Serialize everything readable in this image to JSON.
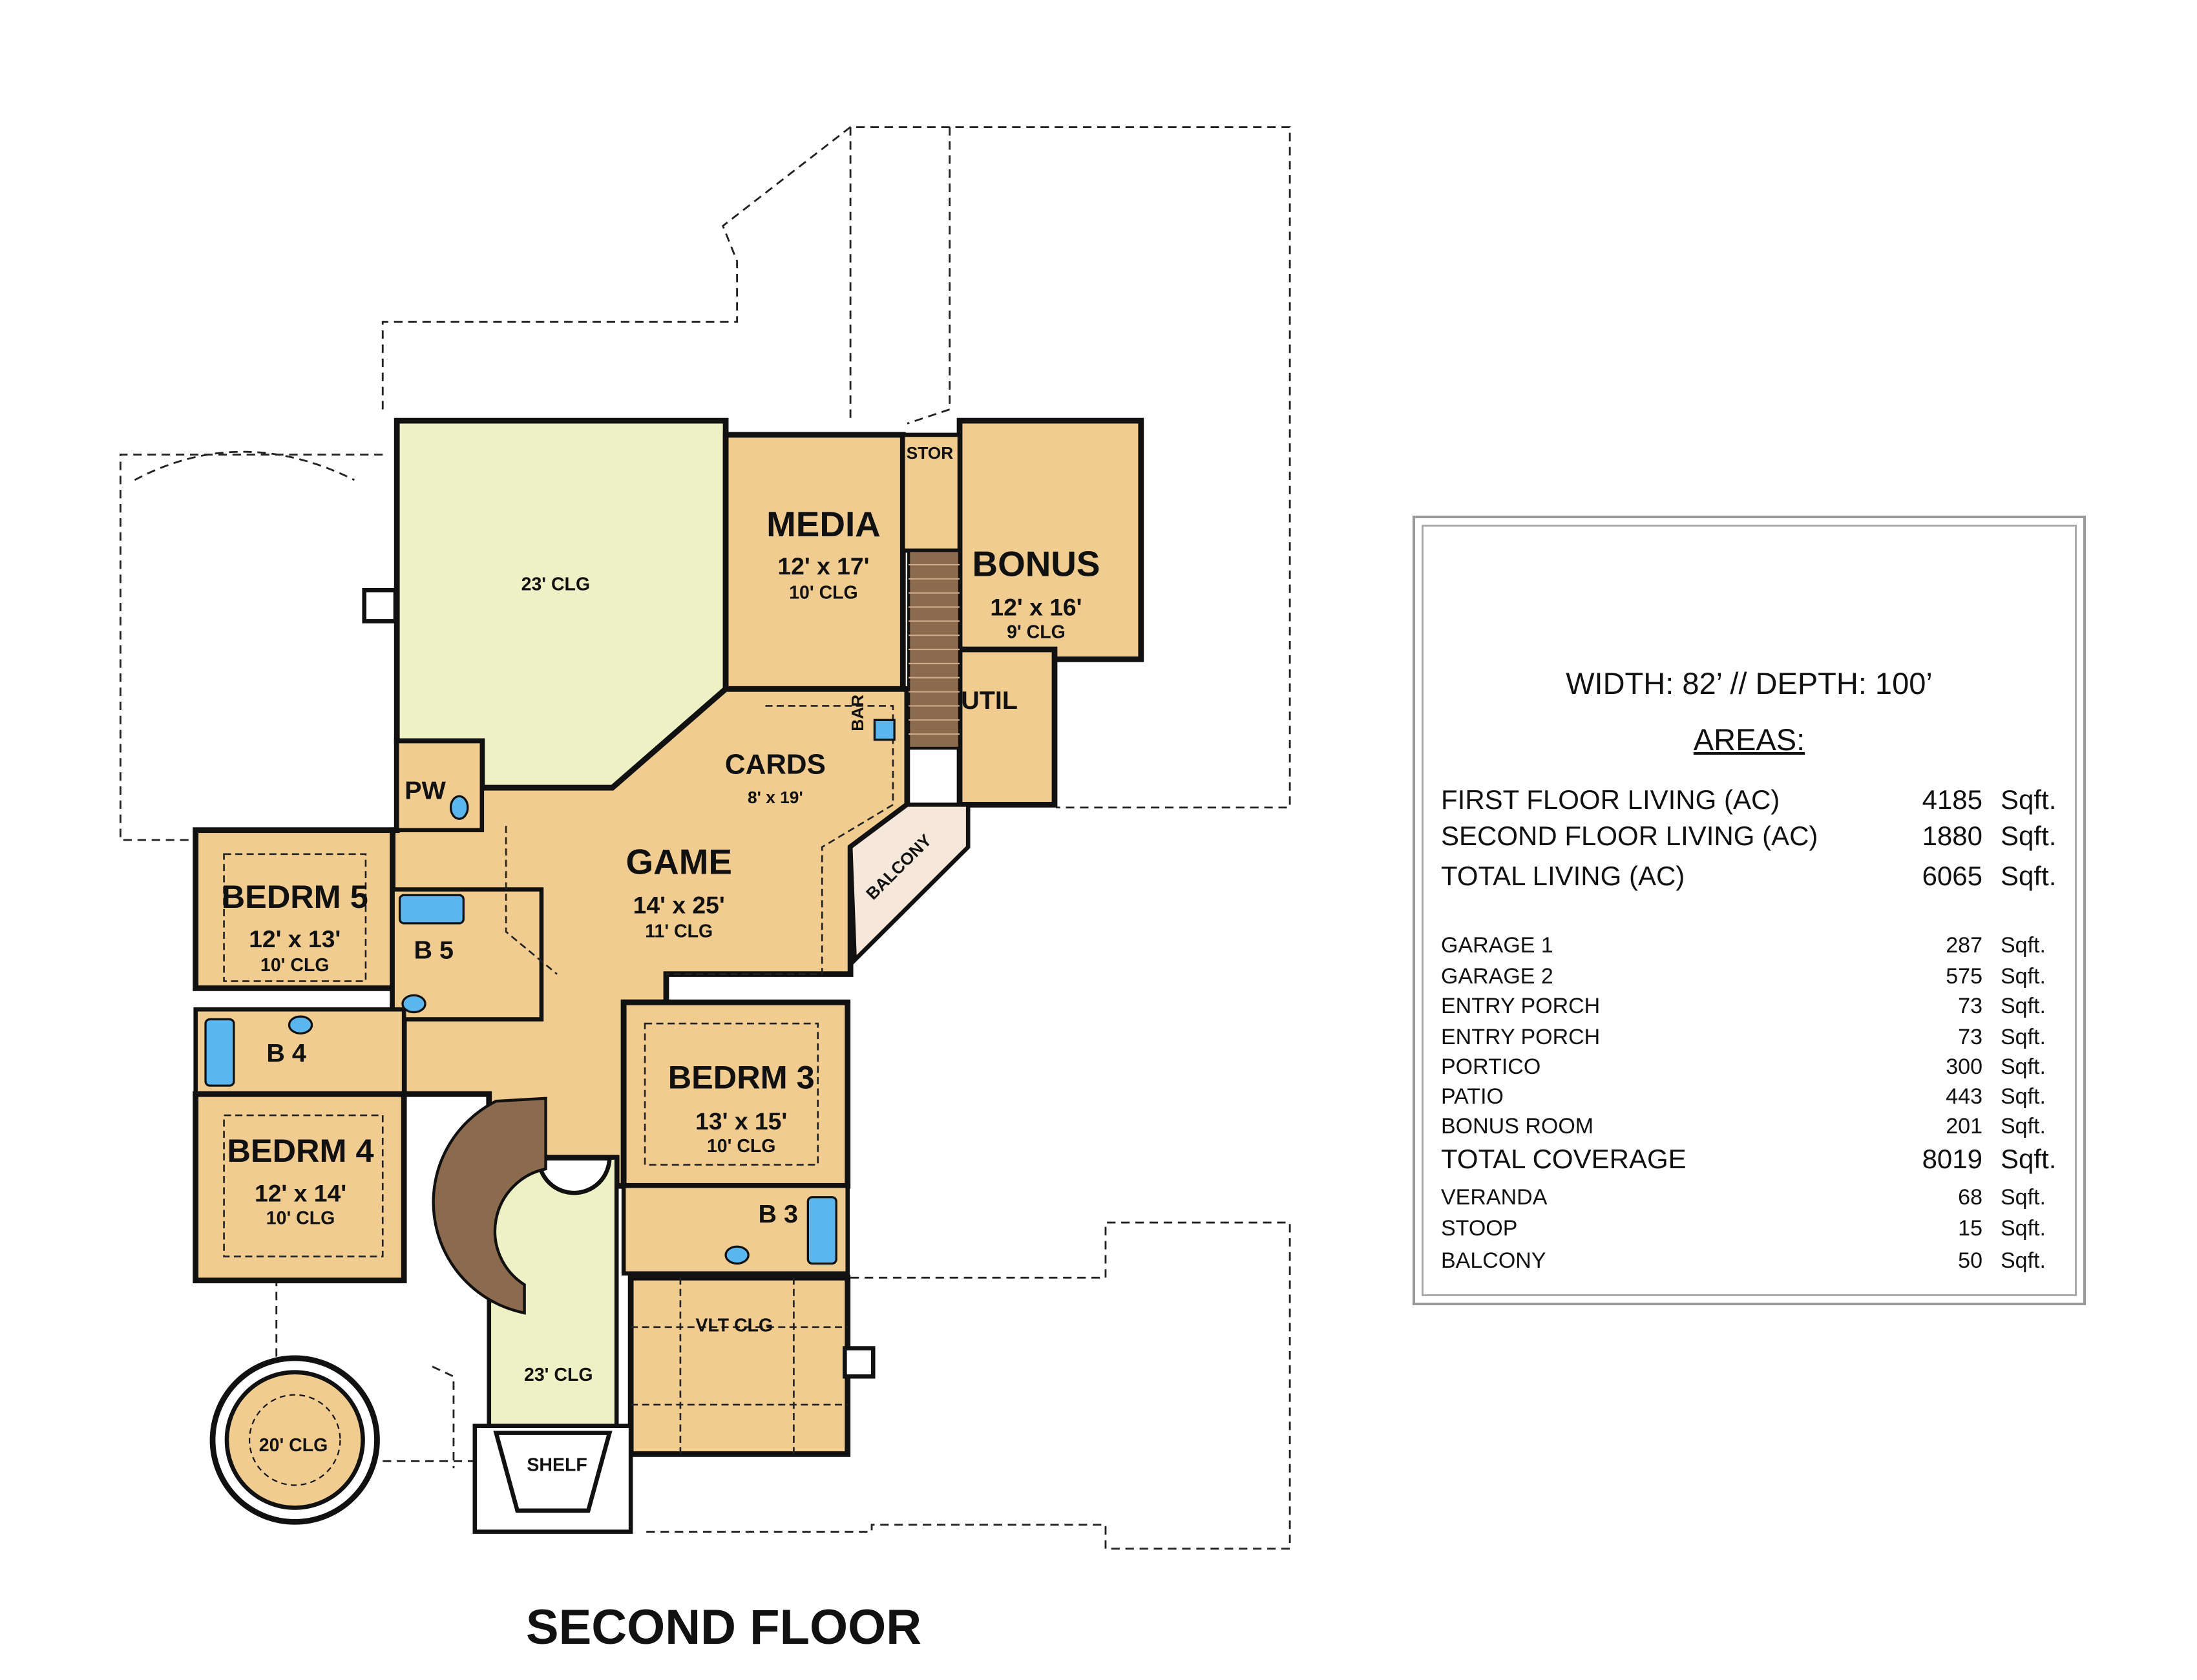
{
  "colors": {
    "room": "#f0cc91",
    "open_to_below": "#eef0c6",
    "balcony": "#f5e8da",
    "stair": "#8b6a4e",
    "fixture": "#5bb6ee",
    "wall": "#111111"
  },
  "rooms": {
    "open_upper": {
      "clg": "23' CLG"
    },
    "media": {
      "name": "MEDIA",
      "size": "12' x 17'",
      "clg": "10' CLG"
    },
    "bonus": {
      "name": "BONUS",
      "size": "12' x 16'",
      "clg": "9' CLG"
    },
    "stor": {
      "name": "STOR"
    },
    "util": {
      "name": "UTIL"
    },
    "bar": {
      "name": "BAR"
    },
    "cards": {
      "name": "CARDS",
      "size": "8' x 19'"
    },
    "game": {
      "name": "GAME",
      "size": "14' x 25'",
      "clg": "11' CLG"
    },
    "balcony": {
      "name": "BALCONY"
    },
    "pw": {
      "name": "PW"
    },
    "bedrm5": {
      "name": "BEDRM 5",
      "size": "12' x 13'",
      "clg": "10' CLG"
    },
    "b5": {
      "name": "B 5"
    },
    "b4": {
      "name": "B 4"
    },
    "bedrm4": {
      "name": "BEDRM 4",
      "size": "12' x 14'",
      "clg": "10' CLG"
    },
    "bedrm3": {
      "name": "BEDRM 3",
      "size": "13' x 15'",
      "clg": "10' CLG"
    },
    "b3": {
      "name": "B 3"
    },
    "vault": {
      "clg": "VLT CLG"
    },
    "foyer": {
      "clg": "23' CLG"
    },
    "shelf": {
      "name": "SHELF"
    },
    "tower": {
      "clg": "20' CLG"
    }
  },
  "title": "SECOND FLOOR",
  "areas": {
    "dimensions": "WIDTH:  82’  // DEPTH: 100’",
    "heading": "AREAS:",
    "unit": "Sqft.",
    "living": [
      {
        "label": "FIRST FLOOR LIVING (AC)",
        "value": "4185"
      },
      {
        "label": "SECOND FLOOR LIVING (AC)",
        "value": "1880"
      },
      {
        "label": "TOTAL LIVING (AC)",
        "value": "6065"
      }
    ],
    "other": [
      {
        "label": "GARAGE 1",
        "value": "287"
      },
      {
        "label": "GARAGE 2",
        "value": "575"
      },
      {
        "label": "ENTRY PORCH",
        "value": "73"
      },
      {
        "label": "ENTRY PORCH",
        "value": "73"
      },
      {
        "label": "PORTICO",
        "value": "300"
      },
      {
        "label": "PATIO",
        "value": "443"
      },
      {
        "label": "BONUS ROOM",
        "value": "201"
      }
    ],
    "total": {
      "label": "TOTAL COVERAGE",
      "value": "8019"
    },
    "extra": [
      {
        "label": "VERANDA",
        "value": "68"
      },
      {
        "label": "STOOP",
        "value": "15"
      },
      {
        "label": "BALCONY",
        "value": "50"
      }
    ]
  }
}
